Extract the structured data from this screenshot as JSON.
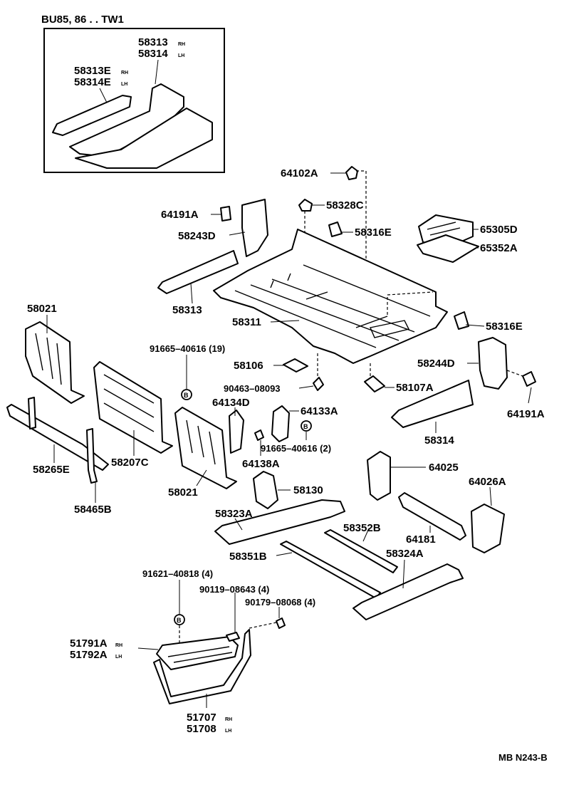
{
  "inset": {
    "title": "BU85, 86 . . TW1",
    "labels": [
      "58313",
      "58314",
      "58313E",
      "58314E"
    ],
    "side_rh": "RH",
    "side_lh": "LH"
  },
  "labels": {
    "p64102A": "64102A",
    "p58328C": "58328C",
    "p64191A_top": "64191A",
    "p58243D": "58243D",
    "p58316E_top": "58316E",
    "p65305D": "65305D",
    "p65352A": "65352A",
    "p58313": "58313",
    "p58021_left": "58021",
    "p58311": "58311",
    "p58316E_right": "58316E",
    "p91665_19": "91665–40616 (19)",
    "p58106": "58106",
    "p58244D": "58244D",
    "p90463": "90463–08093",
    "p58107A": "58107A",
    "p64191A_right": "64191A",
    "p64134D": "64134D",
    "p64133A": "64133A",
    "p58314": "58314",
    "p91665_2": "91665–40616 (2)",
    "p64138A": "64138A",
    "p58207C": "58207C",
    "p58265E": "58265E",
    "p58021_mid": "58021",
    "p58130": "58130",
    "p64025": "64025",
    "p64026A": "64026A",
    "p58465B": "58465B",
    "p58323A": "58323A",
    "p58352B": "58352B",
    "p64181": "64181",
    "p58351B": "58351B",
    "p58324A": "58324A",
    "p91621": "91621–40818 (4)",
    "p90119": "90119–08643 (4)",
    "p90179": "90179–08068 (4)",
    "p51791A": "51791A",
    "p51792A": "51792A",
    "p51707": "51707",
    "p51708": "51708",
    "code": "MB N243-B"
  },
  "bolt_marker": "B",
  "side_rh": "RH",
  "side_lh": "LH"
}
